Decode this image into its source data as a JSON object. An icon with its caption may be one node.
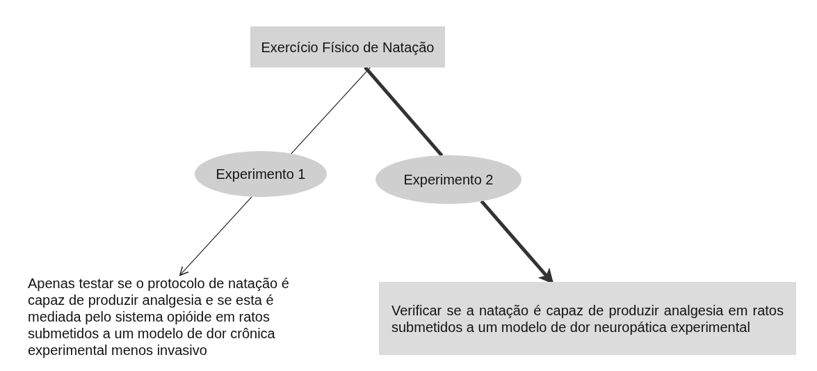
{
  "diagram": {
    "nodes": [
      {
        "text": [
          "Exercício Físico de Natação"
        ]
      },
      {
        "text": [
          "Experimento 1"
        ]
      },
      {
        "text": [
          "Experimento 2"
        ]
      },
      {
        "text": [
          "Apenas testar se o protocolo de natação é capaz de produzir analgesia e se esta é mediada pelo sistema opióide em ratos submetidos a um modelo de dor crônica experimental menos invasivo"
        ]
      },
      {
        "text": [
          "Verificar se a natação é capaz de produzir analgesia em ratos submetidos a um modelo de dor neuropática experimental"
        ]
      }
    ],
    "edges": [
      {
        "from": 0,
        "to": 1,
        "arrow": "none"
      },
      {
        "from": 1,
        "to": 3,
        "arrow": "to"
      },
      {
        "from": 0,
        "to": 2,
        "arrow": "none",
        "style": "thick"
      },
      {
        "from": 2,
        "to": 4,
        "arrow": "to",
        "style": "thick"
      }
    ]
  }
}
